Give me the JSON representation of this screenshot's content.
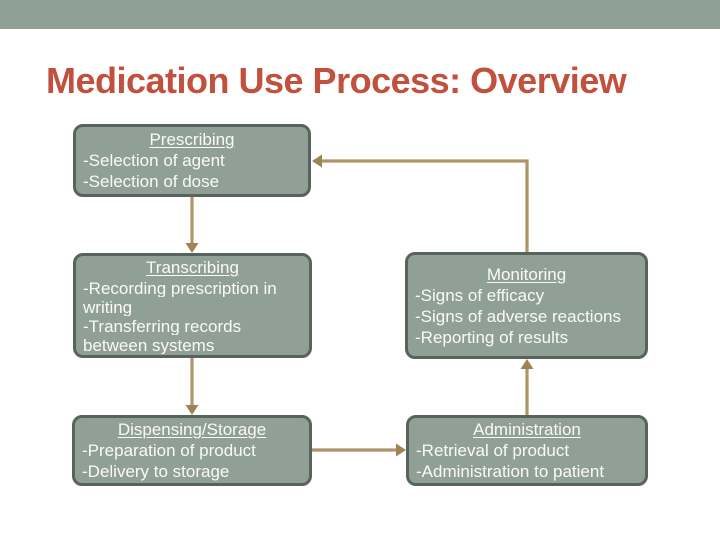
{
  "slide": {
    "title": "Medication Use Process: Overview"
  },
  "theme": {
    "top_bar_color": "#8FA096",
    "box_fill_color": "#90A097",
    "box_border_color": "#57635B",
    "title_color": "#C1503D",
    "arrow_color": "#AE9468",
    "arrowhead_color": "#9E8454",
    "text_color": "#FAFAF4",
    "background_color": "#FFFFFF"
  },
  "boxes": [
    {
      "id": "prescribing",
      "title": "Prescribing",
      "lines": [
        "-Selection of agent",
        "-Selection of dose"
      ]
    },
    {
      "id": "transcribing",
      "title": "Transcribing",
      "lines": [
        "-Recording prescription in",
        "writing",
        "-Transferring records",
        "between systems"
      ]
    },
    {
      "id": "dispensing",
      "title": "Dispensing/Storage",
      "lines": [
        "-Preparation of product",
        "-Delivery to storage"
      ]
    },
    {
      "id": "monitoring",
      "title": "Monitoring",
      "lines": [
        "-Signs of efficacy",
        "-Signs of adverse reactions",
        "-Reporting of results"
      ]
    },
    {
      "id": "administration",
      "title": "Administration",
      "lines": [
        "-Retrieval of product",
        "-Administration to patient"
      ]
    }
  ],
  "connections": [
    {
      "from": "prescribing",
      "to": "transcribing"
    },
    {
      "from": "transcribing",
      "to": "dispensing"
    },
    {
      "from": "dispensing",
      "to": "administration"
    },
    {
      "from": "administration",
      "to": "monitoring"
    },
    {
      "from": "monitoring",
      "to": "prescribing"
    }
  ]
}
